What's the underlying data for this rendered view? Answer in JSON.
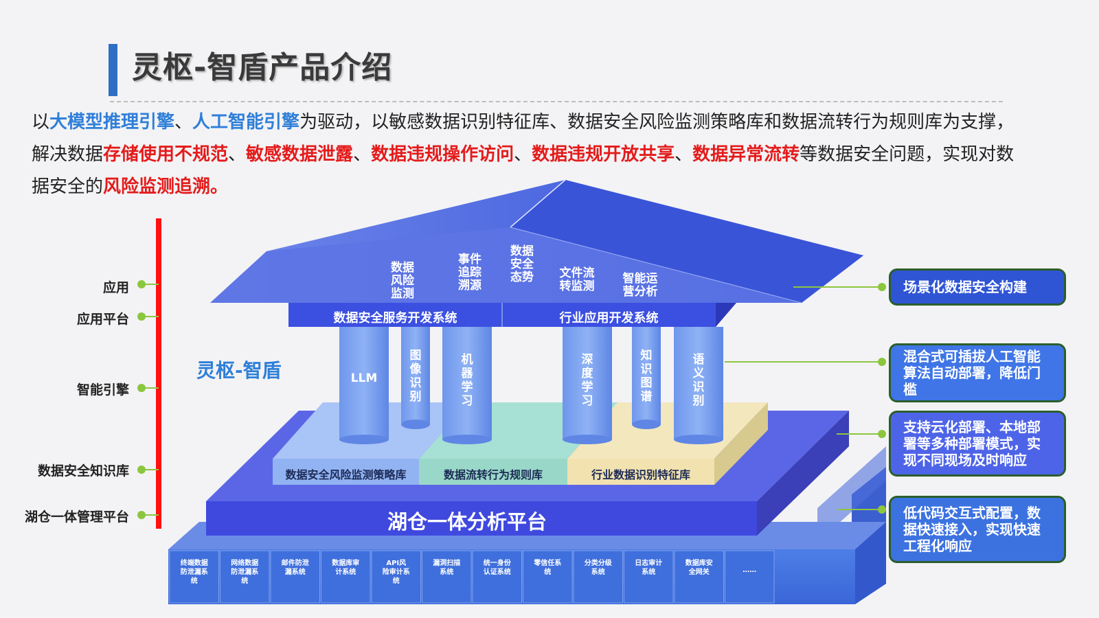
{
  "header": {
    "title": "灵枢-智盾产品介绍"
  },
  "intro": {
    "line1": [
      {
        "text": "以",
        "style": "normal"
      },
      {
        "text": "大模型推理引擎",
        "style": "blue"
      },
      {
        "text": "、",
        "style": "normal"
      },
      {
        "text": "人工智能引擎",
        "style": "blue"
      },
      {
        "text": "为驱动，以敏感数据识别特征库、数据安全风险监测策略库和数据流转行为规则库为支撑，",
        "style": "normal"
      }
    ],
    "line2": [
      {
        "text": "解决数据",
        "style": "normal"
      },
      {
        "text": "存储使用不规范",
        "style": "red"
      },
      {
        "text": "、",
        "style": "normal"
      },
      {
        "text": "敏感数据泄露",
        "style": "red"
      },
      {
        "text": "、",
        "style": "normal"
      },
      {
        "text": "数据违规操作访问",
        "style": "red"
      },
      {
        "text": "、",
        "style": "normal"
      },
      {
        "text": "数据违规开放共享",
        "style": "red"
      },
      {
        "text": "、",
        "style": "normal"
      },
      {
        "text": "数据异常流转",
        "style": "red"
      },
      {
        "text": "等数据安全问题，实现对数",
        "style": "normal"
      }
    ],
    "line3": [
      {
        "text": "据安全的",
        "style": "normal"
      },
      {
        "text": "风险监测追溯。",
        "style": "red"
      }
    ]
  },
  "layers": {
    "app": "应用",
    "app_platform": "应用平台",
    "engine": "智能引擎",
    "knowledge": "数据安全知识库",
    "lakehouse": "湖仓一体管理平台"
  },
  "roof": {
    "apps": [
      "数据风险监测",
      "事件追踪溯源",
      "数据安全态势",
      "文件流转监测",
      "智能运营分析"
    ]
  },
  "beam": {
    "left": "数据安全服务开发系统",
    "right": "行业应用开发系统"
  },
  "pillars": [
    "LLM",
    "图像识别",
    "机器学习",
    "深度学习",
    "知识图谱",
    "语义识别"
  ],
  "brand": "灵枢-智盾",
  "knowledge_bases": [
    "数据安全风险监测策略库",
    "数据流转行为规则库",
    "行业数据识别特征库"
  ],
  "platform": "湖仓一体分析平台",
  "base_systems": [
    "终端数据防泄漏系统",
    "网络数据防泄漏系统",
    "邮件防泄漏系统",
    "数据库审计系统",
    "API风险审计系统",
    "漏洞扫描系统",
    "统一身份认证系统",
    "零信任系统",
    "分类分级系统",
    "日志审计系统",
    "数据库安全网关",
    "……"
  ],
  "callouts": [
    "场景化数据安全构建",
    "混合式可插拔人工智能算法自动部署，降低门槛",
    "支持云化部署、本地部署等多种部署模式，实现不同现场及时响应",
    "低代码交互式配置，数据快速接入，实现快速工程化响应"
  ],
  "colors": {
    "accent_red": "#e41b1b",
    "accent_blue": "#2f7fd8",
    "roof": "#3d5ed8",
    "callout_bg": "#2f55d4",
    "connector": "#8cc63f"
  }
}
